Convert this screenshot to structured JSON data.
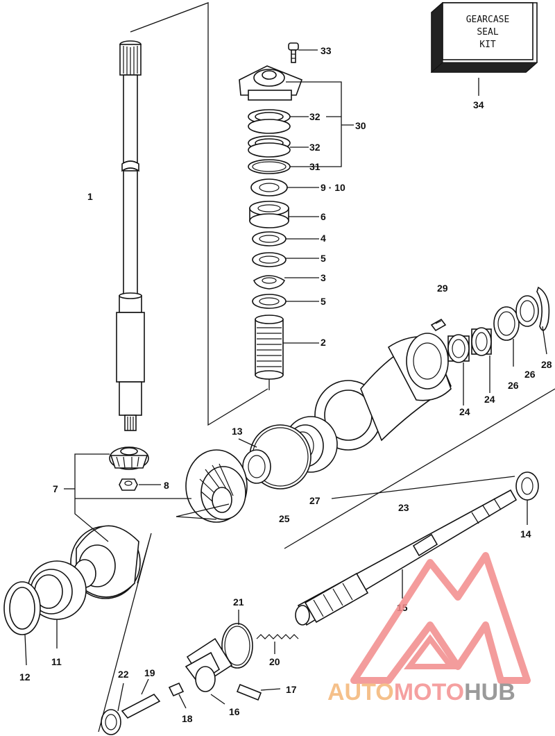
{
  "kit_box": {
    "lines": [
      "GEARCASE",
      "SEAL",
      "KIT"
    ]
  },
  "callouts": {
    "p1": "1",
    "p2": "2",
    "p3": "3",
    "p4": "4",
    "p5a": "5",
    "p5b": "5",
    "p6": "6",
    "p7": "7",
    "p8": "8",
    "p9_10": "9 · 10",
    "p11": "11",
    "p12": "12",
    "p13": "13",
    "p14": "14",
    "p15": "15",
    "p16": "16",
    "p17": "17",
    "p18": "18",
    "p19": "19",
    "p20": "20",
    "p21": "21",
    "p22": "22",
    "p23": "23",
    "p24a": "24",
    "p24b": "24",
    "p25": "25",
    "p26a": "26",
    "p26b": "26",
    "p27": "27",
    "p28": "28",
    "p29": "29",
    "p30": "30",
    "p31": "31",
    "p32a": "32",
    "p32b": "32",
    "p33": "33",
    "p34": "34"
  },
  "watermark": {
    "word_parts": [
      "AUTO",
      "MOTO",
      "HUB"
    ],
    "colors": {
      "auto": "#f5c08a",
      "moto": "#f5a0a0",
      "hub": "#9a9a9a",
      "logo": "#f28b8b"
    }
  }
}
